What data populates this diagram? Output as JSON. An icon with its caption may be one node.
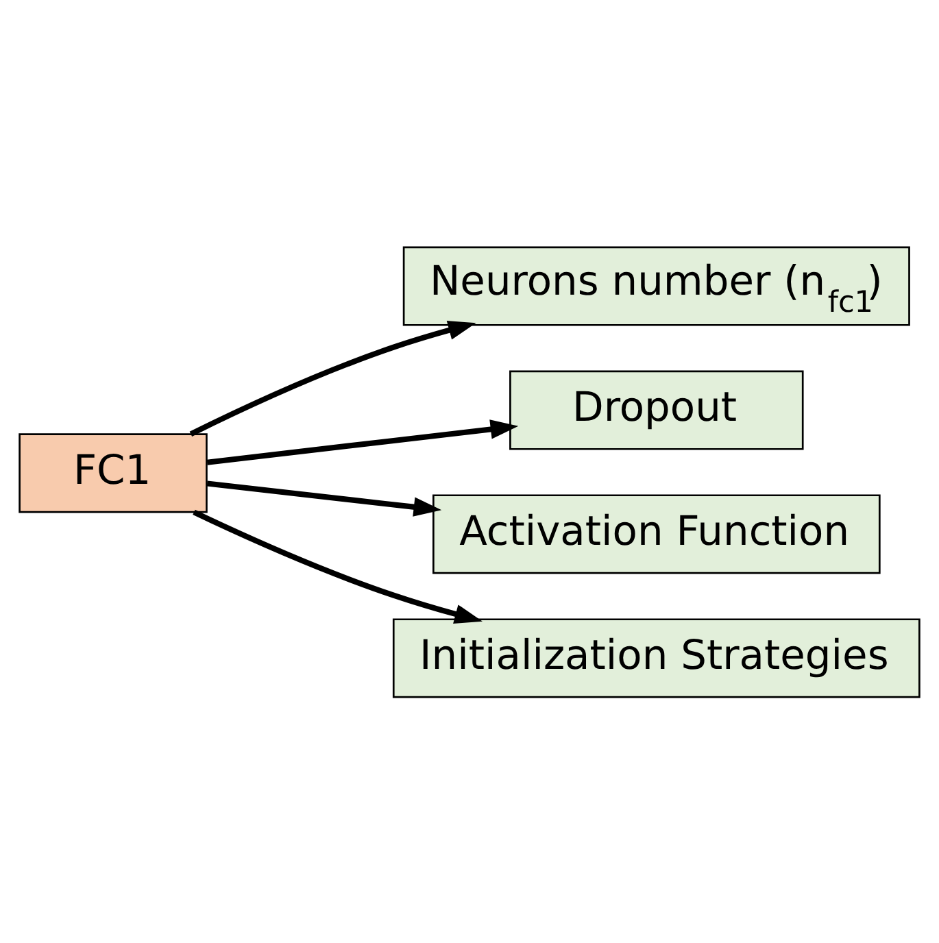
{
  "diagram": {
    "nodes": [
      {
        "text": [
          "FC1"
        ]
      },
      {
        "text": [
          "Neurons number (n$_{fc1}$)"
        ]
      },
      {
        "text": [
          "Dropout"
        ]
      },
      {
        "text": [
          "Activation Function"
        ]
      },
      {
        "text": [
          "Initialization Strategies"
        ]
      }
    ],
    "edges": [
      {
        "from": 0,
        "to": 1,
        "arrow": "to"
      },
      {
        "from": 0,
        "to": 2,
        "arrow": "to"
      },
      {
        "from": 0,
        "to": 3,
        "arrow": "to"
      },
      {
        "from": 0,
        "to": 4,
        "arrow": "to"
      }
    ]
  }
}
